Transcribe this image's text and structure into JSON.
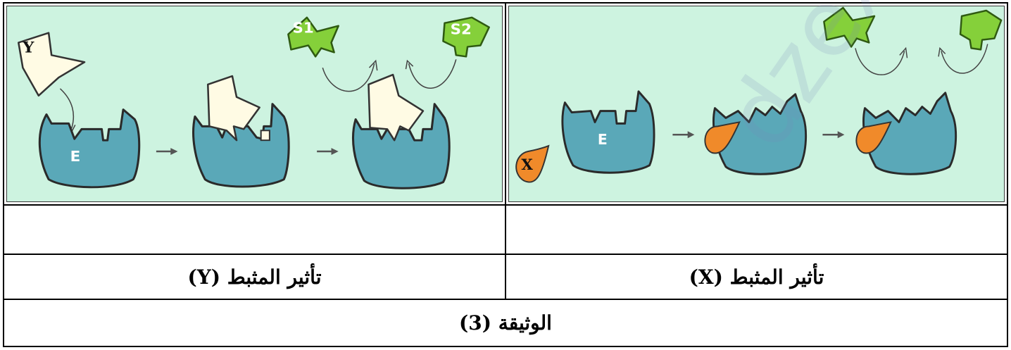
{
  "left_panel": {
    "substrate_label": "Y",
    "enzyme_label": "E",
    "product1_label": "S1",
    "product2_label": "S2"
  },
  "right_panel": {
    "inhibitor_label": "X",
    "enzyme_label": "E"
  },
  "captions": {
    "left": "تأثير المثبط (Y)",
    "right": "تأثير المثبط (X)"
  },
  "document_title": "الوثيقة (3)",
  "colors": {
    "panel_bg": "#cdf3e0",
    "enzyme": "#5aa8b8",
    "substrate": "#fffbe4",
    "product": "#85d03a",
    "inhibitor": "#f08a2a"
  }
}
